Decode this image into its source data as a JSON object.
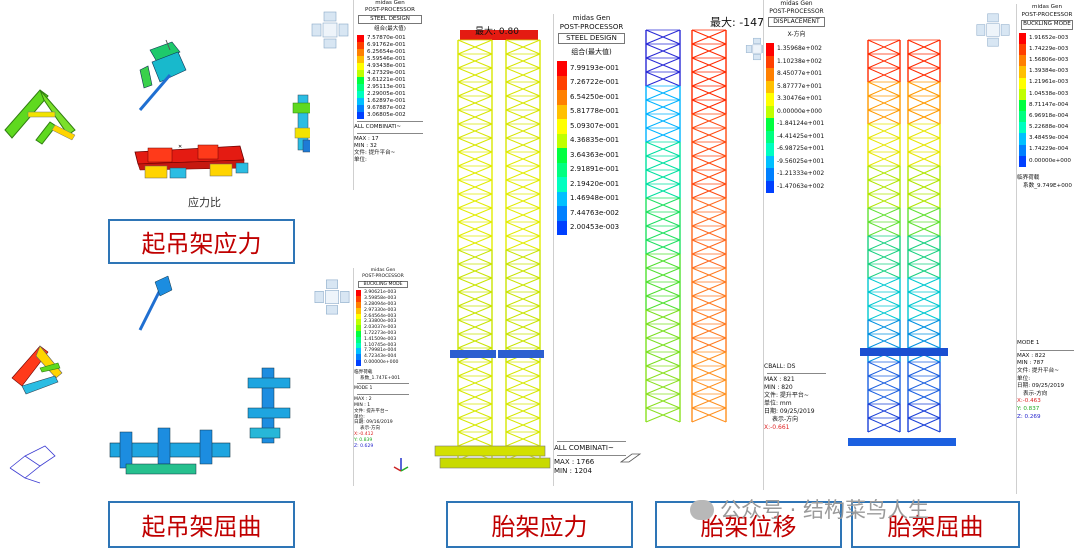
{
  "post_processor": {
    "app": "midas Gen",
    "subtitle": "POST-PROCESSOR"
  },
  "panel_lifting_stress": {
    "mode": "STEEL DESIGN",
    "unit_label": "组合(最大值)",
    "values": [
      "7.57870e-001",
      "6.91762e-001",
      "6.25654e-001",
      "5.59546e-001",
      "4.93438e-001",
      "4.27329e-001",
      "3.61221e-001",
      "2.95113e-001",
      "2.29005e-001",
      "1.62897e-001",
      "9.67887e-002",
      "3.06805e-002"
    ],
    "load_case": "ALL COMBINATI~",
    "max": "MAX : 17",
    "min": "MIN : 32",
    "file": "文件: 提升平台~",
    "unit": "单位:",
    "model_label": "应力比",
    "caption": "起吊架应力"
  },
  "panel_lifting_buckling": {
    "mode": "BUCKLING MODE",
    "values": [
      "3.90621e-003",
      "3.59858e-003",
      "3.28094e-003",
      "2.97330e-003",
      "2.64564e-003",
      "2.33800e-003",
      "2.03037e-003",
      "1.72273e-003",
      "1.41509e-003",
      "1.10745e-003",
      "7.79981e-004",
      "4.72343e-004",
      "0.00000e+000"
    ],
    "factor_label": "临界荷载",
    "factor_value": "系数_1.747E+001",
    "mode_no": "MODE 1",
    "max": "MAX : 2",
    "min": "MIN : 1",
    "file": "文件: 提升平台~",
    "unit": "单位:",
    "date": "日期: 09/16/2019",
    "view": "表示-方向",
    "x": "X:-0.412",
    "y": "Y: 0.839",
    "z": "Z: 0.629",
    "caption": "起吊架屈曲"
  },
  "panel_frame_stress": {
    "mode": "STEEL DESIGN",
    "unit_label": "组合(最大值)",
    "values": [
      "7.99193e-001",
      "7.26722e-001",
      "6.54250e-001",
      "5.81778e-001",
      "5.09307e-001",
      "4.36835e-001",
      "3.64363e-001",
      "2.91891e-001",
      "2.19420e-001",
      "1.46948e-001",
      "7.44763e-002",
      "2.00453e-003"
    ],
    "peak_label": "最大: 0.80",
    "load_case": "ALL COMBINATI~",
    "max": "MAX : 1766",
    "min": "MIN : 1204",
    "caption": "胎架应力"
  },
  "panel_frame_disp": {
    "mode": "DISPLACEMENT",
    "direction": "X-方向",
    "values": [
      "1.35968e+002",
      "1.10238e+002",
      "8.45077e+001",
      "5.87777e+001",
      "3.30476e+001",
      "0.00000e+000",
      "-1.84124e+001",
      "-4.41425e+001",
      "-6.98725e+001",
      "-9.56025e+001",
      "-1.21333e+002",
      "-1.47063e+002"
    ],
    "peak_label": "最大: -147",
    "load_case": "CBALL: DS",
    "max": "MAX : 821",
    "min": "MIN : 820",
    "file": "文件: 提升平台~",
    "unit": "单位: mm",
    "date": "日期: 09/25/2019",
    "view": "表示-方向",
    "x": "X:-0.661",
    "caption": "胎架位移"
  },
  "panel_frame_buckling": {
    "mode": "BUCKLING MODE",
    "values": [
      "1.91652e-003",
      "1.74229e-003",
      "1.56806e-003",
      "1.39384e-003",
      "1.21961e-003",
      "1.04538e-003",
      "8.71147e-004",
      "6.96918e-004",
      "5.22688e-004",
      "3.48459e-004",
      "1.74229e-004",
      "0.00000e+000"
    ],
    "factor_label": "临界荷载",
    "factor_value": "系数_9.749E+000",
    "mode_no": "MODE 1",
    "max": "MAX : 822",
    "min": "MIN : 787",
    "file": "文件: 提升平台~",
    "unit": "单位:",
    "date": "日期: 09/25/2019",
    "view": "表示-方向",
    "x": "X:-0.463",
    "y": "Y: 0.837",
    "z": "Z: 0.269",
    "caption": "胎架屈曲"
  },
  "watermark": "公众号 · 结构菜鸟人生",
  "palette": [
    "#ff0000",
    "#ff4000",
    "#ff8000",
    "#ffc000",
    "#ffff00",
    "#c0ff00",
    "#80ff00",
    "#00ff40",
    "#00ff80",
    "#00ffc0",
    "#00c0ff",
    "#0080ff",
    "#0040ff"
  ]
}
